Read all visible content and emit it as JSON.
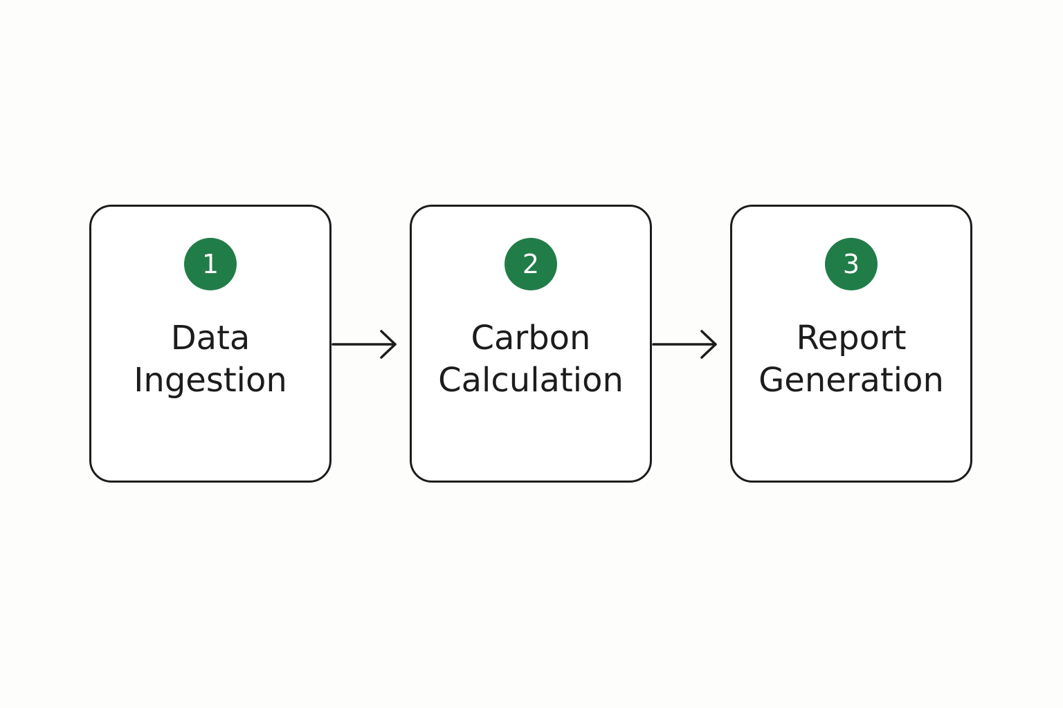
{
  "colors": {
    "badge": "#217d47",
    "stroke": "#1c1c1c",
    "background": "#fdfdfb"
  },
  "steps": [
    {
      "number": "1",
      "title_line1": "Data",
      "title_line2": "Ingestion"
    },
    {
      "number": "2",
      "title_line1": "Carbon",
      "title_line2": "Calculation"
    },
    {
      "number": "3",
      "title_line1": "Report",
      "title_line2": "Generation"
    }
  ],
  "connectors": [
    {
      "from": "1",
      "to": "2",
      "icon": "arrow-right-icon"
    },
    {
      "from": "2",
      "to": "3",
      "icon": "arrow-right-icon"
    }
  ]
}
